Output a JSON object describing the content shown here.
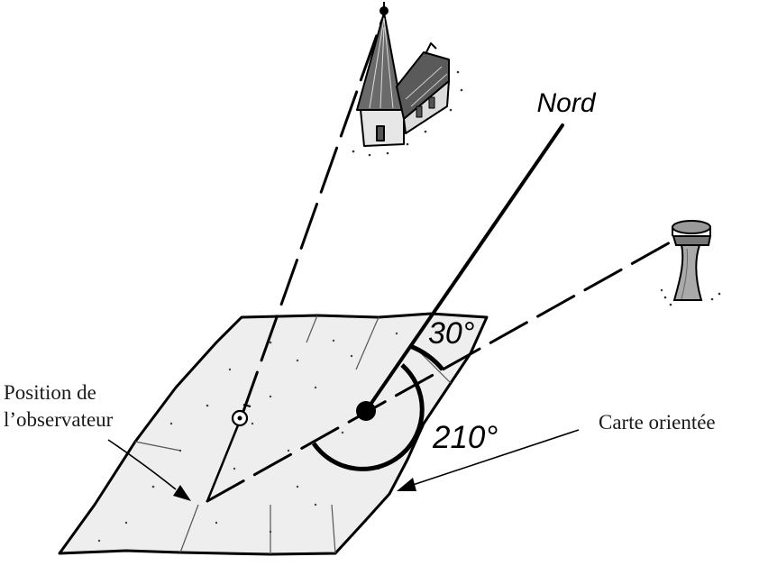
{
  "labels": {
    "north": "Nord",
    "angle_small": "30°",
    "angle_large": "210°",
    "observer_line1": "Position de",
    "observer_line2": "l’observateur",
    "map_oriented": "Carte orientée"
  },
  "angles_deg": {
    "small": 30,
    "large": 210
  },
  "colors": {
    "ink": "#000000",
    "map_fill": "#eeeeee",
    "background": "#ffffff"
  },
  "icons": [
    "church-icon",
    "water-tower-icon",
    "observer-symbol-icon"
  ]
}
